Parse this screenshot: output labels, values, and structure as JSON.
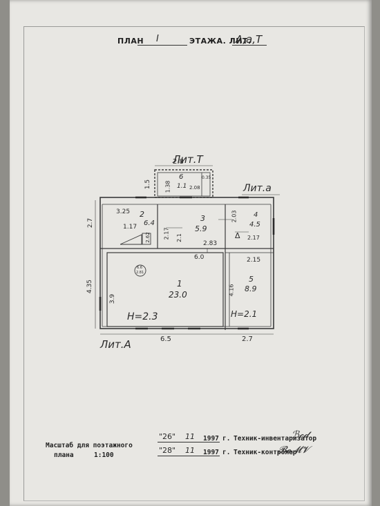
{
  "header": {
    "plan_label": "ПЛАН",
    "floor_number": "I",
    "floor_label": "ЭТАЖА. ЛИТ.",
    "liters": "А,а,Т"
  },
  "plan": {
    "liter_T": "Лит.Т",
    "liter_a": "Лит.а",
    "liter_A": "Лит.А",
    "rooms": [
      {
        "number": "1",
        "area": "23.0"
      },
      {
        "number": "2",
        "area": "6.4"
      },
      {
        "number": "3",
        "area": "5.9"
      },
      {
        "number": "4",
        "area": "4.5"
      },
      {
        "number": "5",
        "area": "8.9"
      },
      {
        "number": "6",
        "area": "1.1"
      }
    ],
    "heights": {
      "main": "H=2.3",
      "side": "H=2.1"
    },
    "dims": {
      "t_top": "2.8",
      "t_left": "1.5",
      "t_inner_left": "1.38",
      "t_inner_a": "0.35",
      "t_inner_b": "2.08",
      "top_left": "3.25",
      "room2_inner": "1.17",
      "room2_diag": "2.62",
      "room3_a": "2.17",
      "room3_b": "2.1",
      "room4_a": "2.03",
      "room4_b": "2.17",
      "mid_283": "2.83",
      "mid_60": "6.0",
      "mid_215": "2.15",
      "left_27": "2.7",
      "left_435": "4.35",
      "left_39": "3.9",
      "room5_side": "4.16",
      "bottom_65": "6.5",
      "bottom_27": "2.7",
      "delta": "Δ",
      "stove_top": "6.6",
      "stove_bot": "2.81"
    }
  },
  "footer": {
    "scale_line1": "Масштаб  для  поэтажного",
    "scale_line2": "плана",
    "scale_value": "1:100",
    "date1_day": "\"26\"",
    "date1_month": "11",
    "date1_year": "1997",
    "date2_day": "\"28\"",
    "date2_month": "11",
    "date2_year": "1997",
    "year_suffix": "г.",
    "role1": "Техник-инвентаризатор",
    "role2": "Техник-контролер"
  }
}
